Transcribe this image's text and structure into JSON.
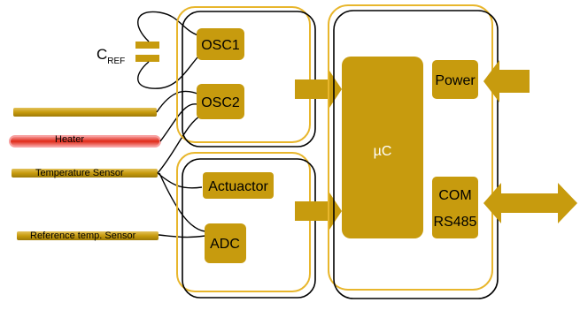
{
  "colors": {
    "gold": "#C79B0E",
    "gold_light": "#E8C84A",
    "frame": "#E8B62C",
    "heater_red": "#E02A18",
    "heater_glow": "#F7A0A0",
    "wire": "#000000",
    "text": "#000000",
    "text_light": "#ffffff"
  },
  "labels": {
    "cref_main": "C",
    "cref_sub": "REF",
    "osc1": "OSC1",
    "osc2": "OSC2",
    "actuactor": "Actuactor",
    "adc": "ADC",
    "uc": "µC",
    "power": "Power",
    "com_line1": "COM",
    "com_line2": "RS485",
    "heater": "Heater",
    "temperature_sensor": "Temperature Sensor",
    "reference_temp_sensor": "Reference temp. Sensor"
  }
}
